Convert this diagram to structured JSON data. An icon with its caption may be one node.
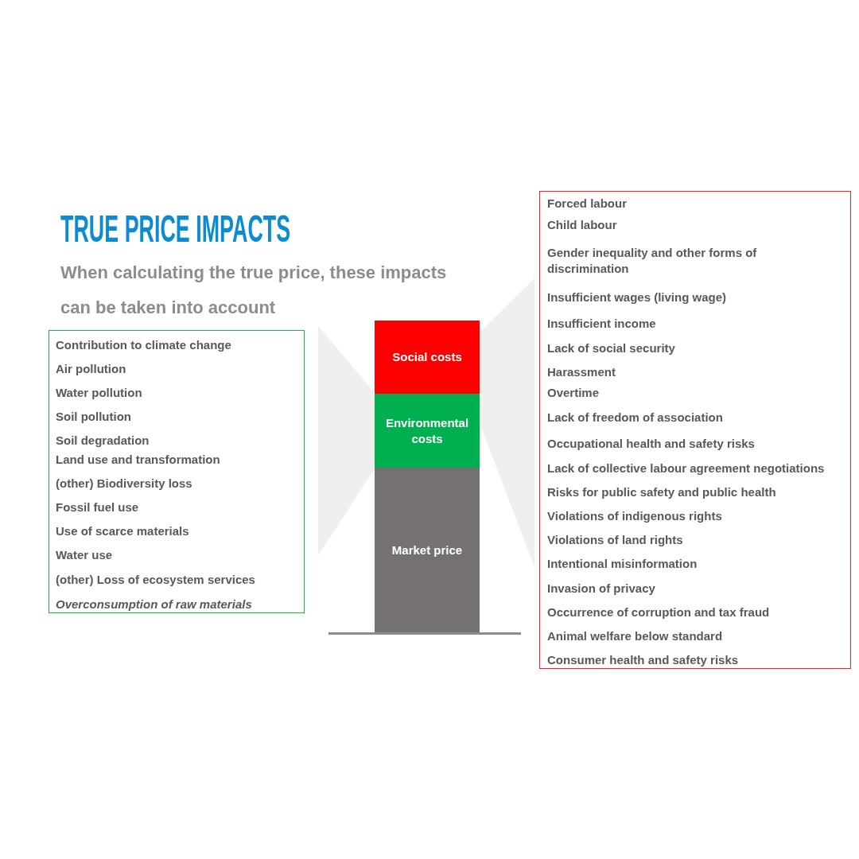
{
  "diagram": {
    "title": "TRUE PRICE IMPACTS",
    "nodes": [
      {
        "text": [
          "Contribution to climate change",
          "Air pollution",
          "Water pollution",
          "Soil pollution",
          "Soil degradation",
          "Land use and transformation",
          "(other) Biodiversity loss",
          "Fossil fuel use",
          "Use of scarce materials",
          "Water use",
          "(other) Loss of ecosystem services",
          "Overconsumption of raw materials"
        ]
      },
      {
        "text": [
          "Social costs"
        ]
      },
      {
        "text": [
          "Environmental costs"
        ]
      },
      {
        "text": [
          "Market price"
        ]
      },
      {
        "text": [
          "Forced labour",
          "Child labour",
          "Gender inequality and other forms of discrimination",
          "Insufficient wages (living wage)",
          "Insufficient income",
          "Lack of social security",
          "Harassment",
          "Overtime",
          "Lack of freedom of association",
          "Occupational health and safety risks",
          "Lack of collective labour agreement negotiations",
          "Risks for public safety and public health",
          "Violations of indigenous rights",
          "Violations of land rights",
          "Intentional misinformation",
          "Invasion of privacy",
          "Occurrence of corruption and tax fraud",
          "Animal welfare below standard",
          "Consumer health and safety risks"
        ]
      }
    ],
    "labels": [
      "When calculating the true price, these impacts can be taken into account"
    ]
  }
}
